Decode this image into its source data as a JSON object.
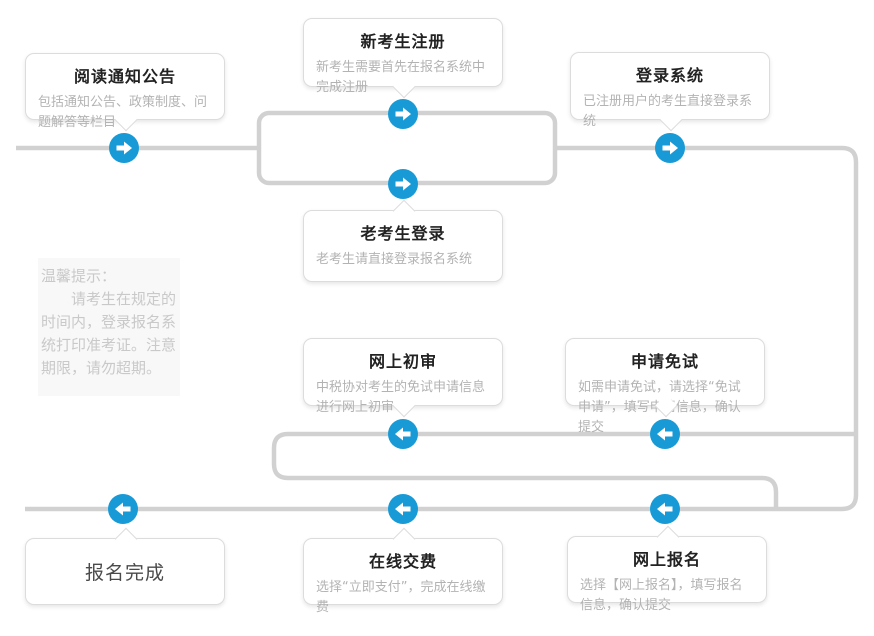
{
  "colors": {
    "accent_blue": "#189ad6",
    "connector_gray": "#d1d1d1",
    "box_border": "#dcdcdc",
    "title_text": "#222222",
    "desc_text": "#b3b3b3",
    "tips_bg": "#f8f8f8",
    "tips_text": "#c9c9c9"
  },
  "nodes": [
    {
      "id": "read-notice",
      "title": "阅读通知公告",
      "desc": "包括通知公告、政策制度、问题解答等栏目"
    },
    {
      "id": "new-register",
      "title": "新考生注册",
      "desc": "新考生需要首先在报名系统中完成注册"
    },
    {
      "id": "login",
      "title": "登录系统",
      "desc": "已注册用户的考生直接登录系统"
    },
    {
      "id": "old-login",
      "title": "老考生登录",
      "desc": "老考生请直接登录报名系统"
    },
    {
      "id": "review",
      "title": "网上初审",
      "desc": "中税协对考生的免试申请信息进行网上初审"
    },
    {
      "id": "exempt",
      "title": "申请免试",
      "desc": "如需申请免试，请选择“免试申请”，填写申请信息，确认提交"
    },
    {
      "id": "complete",
      "title": "报名完成",
      "desc": ""
    },
    {
      "id": "pay",
      "title": "在线交费",
      "desc": "选择“立即支付”，完成在线缴费"
    },
    {
      "id": "signup",
      "title": "网上报名",
      "desc": "选择【网上报名】，填写报名信息，确认提交"
    }
  ],
  "tips": {
    "heading": "温馨提示：",
    "body": "　　请考生在规定的时间内，登录报名系统打印准考证。注意期限，请勿超期。"
  }
}
